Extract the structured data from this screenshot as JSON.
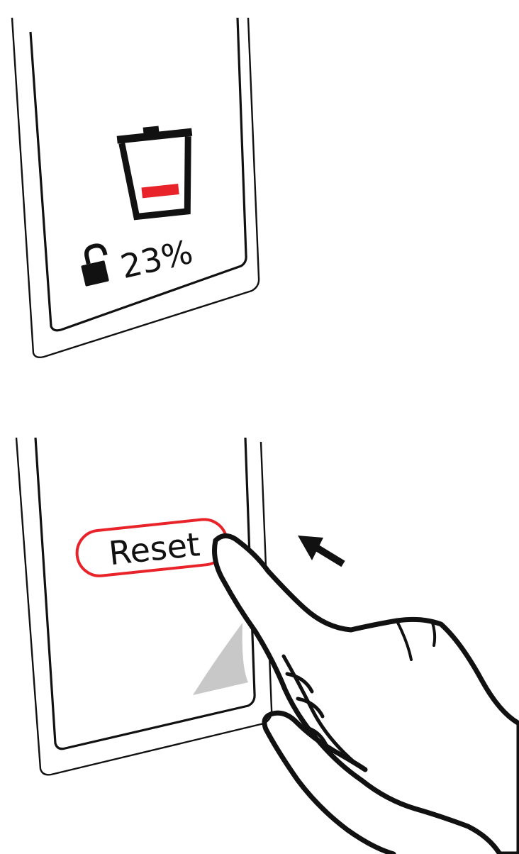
{
  "display": {
    "fill_level_percent": 23,
    "lock_state": "unlocked",
    "icons": [
      "bin-icon",
      "padlock-unlocked-icon"
    ],
    "percent_text": "23%"
  },
  "reset": {
    "button_label": "Reset",
    "arrow_icon": "arrow-up-left-icon",
    "hand_icon": "hand-pointing-icon"
  },
  "colors": {
    "fill_level": "#e8232a",
    "reset_outline": "#e8232a",
    "line": "#111111",
    "sticker_fold": "#c8c8c8"
  }
}
